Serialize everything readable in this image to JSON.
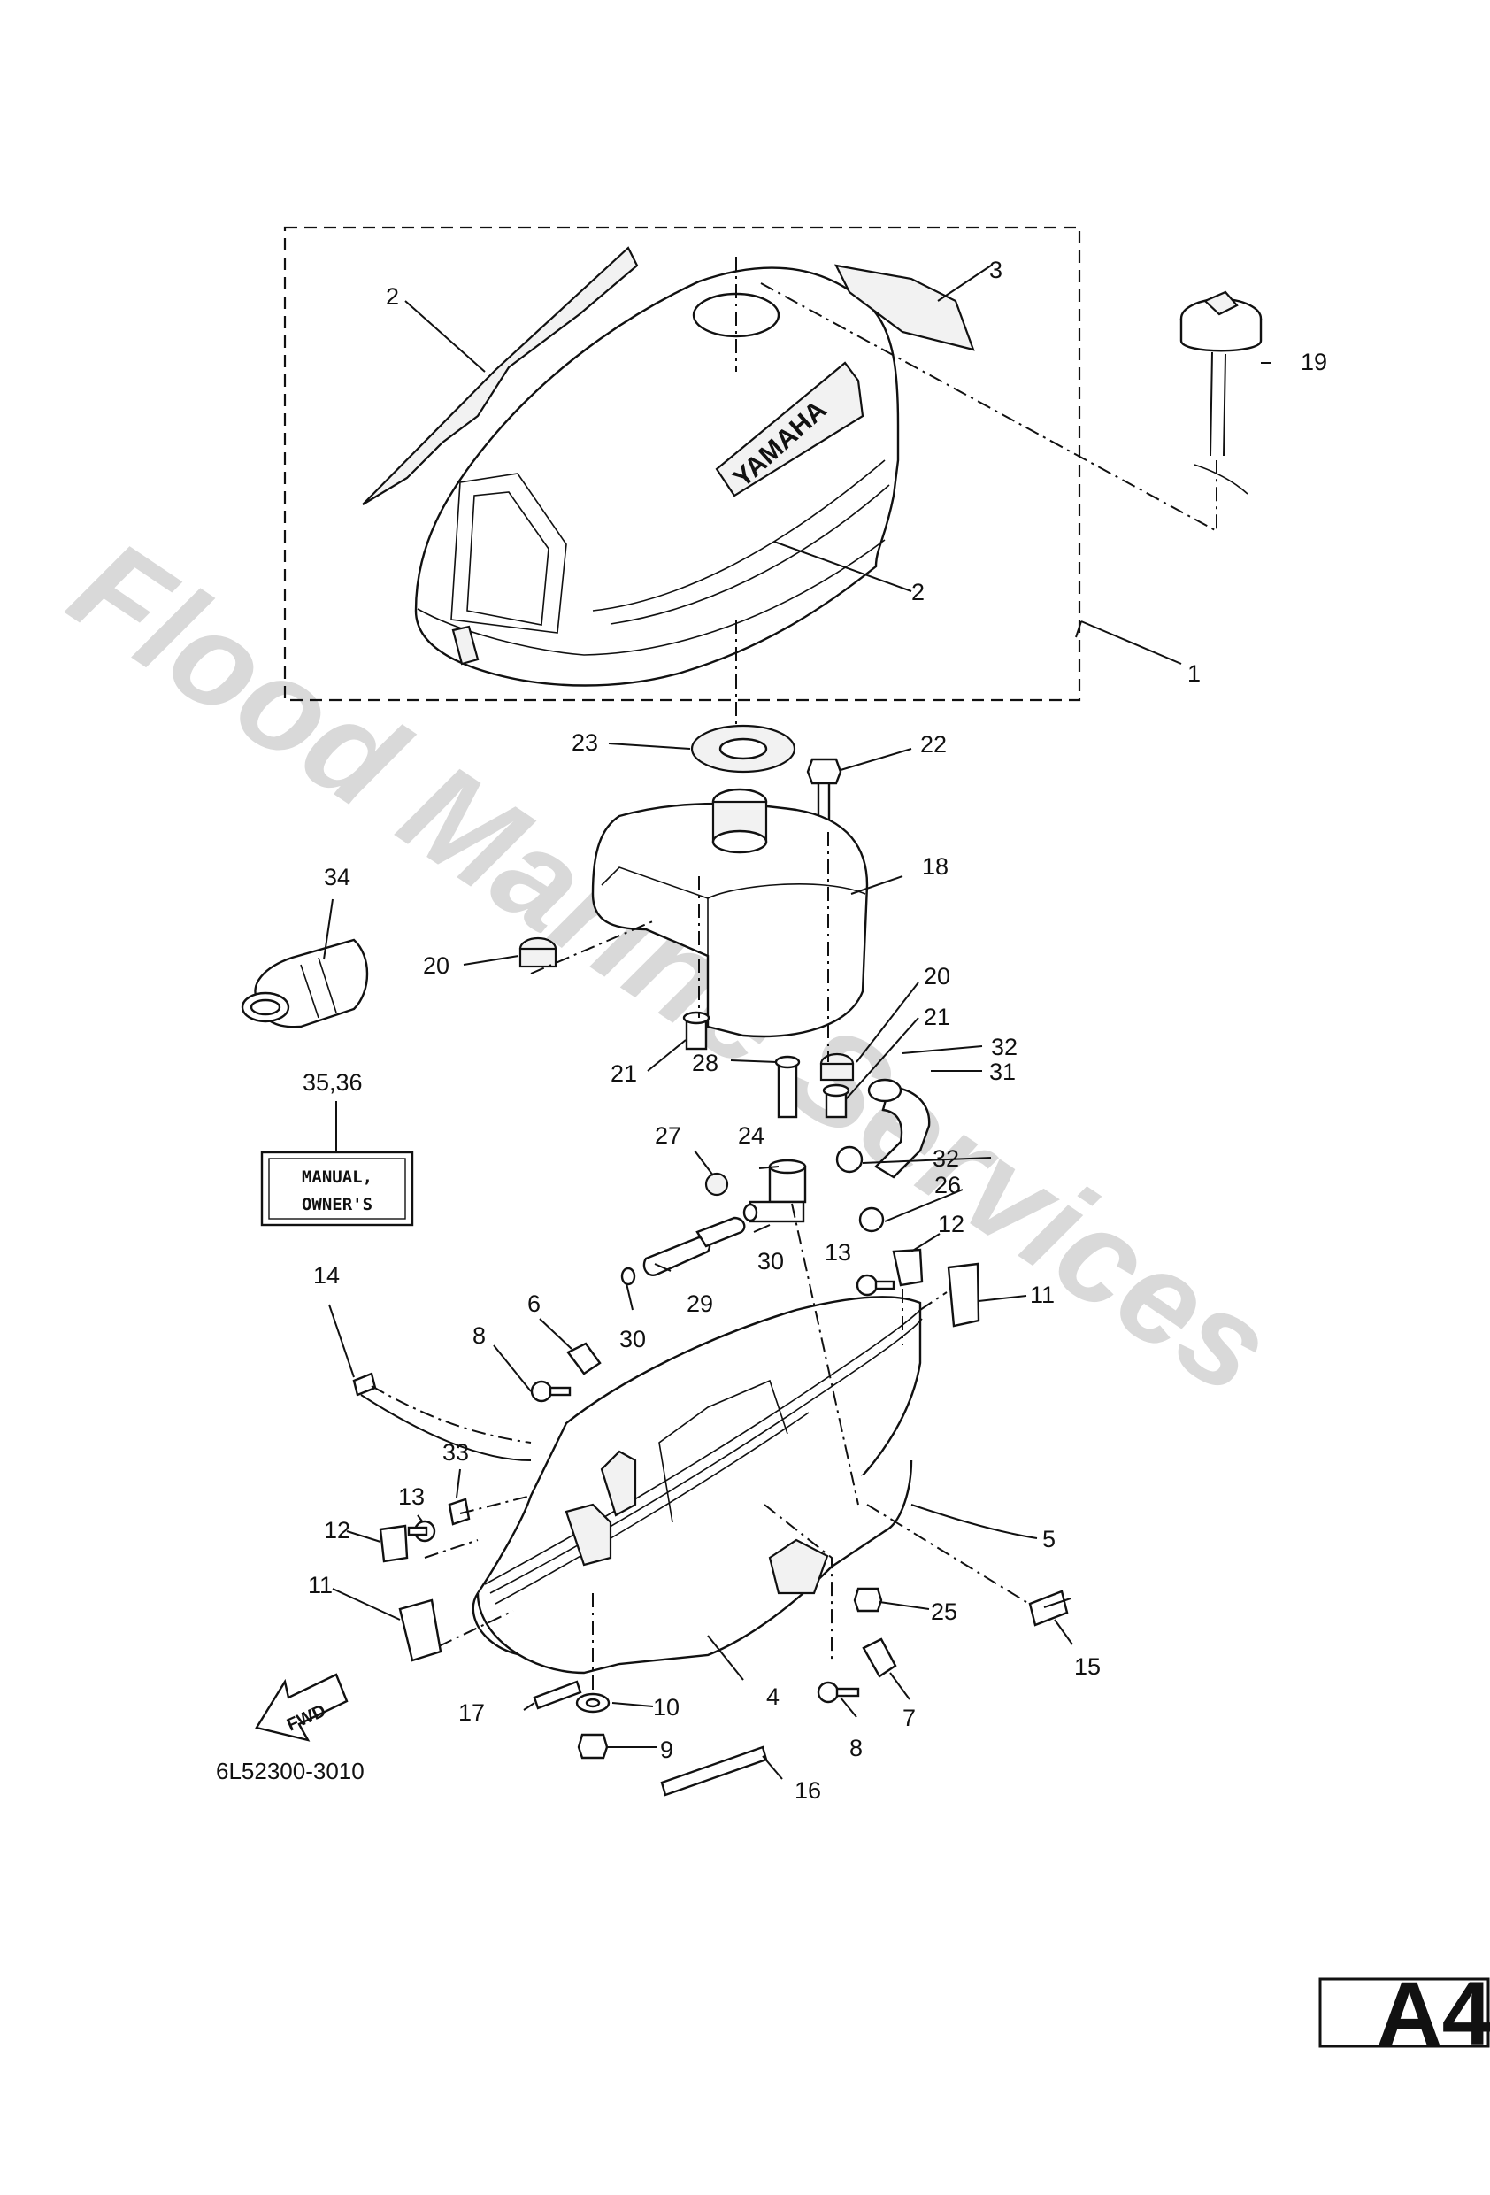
{
  "watermark": "Flood Marine Services",
  "part_number": "6L52300-3010",
  "page_marker": "A4",
  "fwd_label": "FWD",
  "cowling_logo": "YAMAHA",
  "label_box": {
    "line1": "MANUAL,",
    "line2": "OWNER'S"
  },
  "callouts": {
    "c1": "1",
    "c2a": "2",
    "c2b": "2",
    "c3": "3",
    "c4": "4",
    "c5": "5",
    "c6": "6",
    "c7": "7",
    "c8a": "8",
    "c8b": "8",
    "c9": "9",
    "c10": "10",
    "c11a": "11",
    "c11b": "11",
    "c12a": "12",
    "c12b": "12",
    "c13a": "13",
    "c13b": "13",
    "c14": "14",
    "c15": "15",
    "c16": "16",
    "c17": "17",
    "c18": "18",
    "c19": "19",
    "c20a": "20",
    "c20b": "20",
    "c21a": "21",
    "c21b": "21",
    "c22": "22",
    "c23": "23",
    "c24": "24",
    "c25": "25",
    "c26": "26",
    "c27": "27",
    "c28": "28",
    "c29": "29",
    "c30a": "30",
    "c30b": "30",
    "c31": "31",
    "c32a": "32",
    "c32b": "32",
    "c33": "33",
    "c34": "34",
    "c3536": "35,36"
  }
}
